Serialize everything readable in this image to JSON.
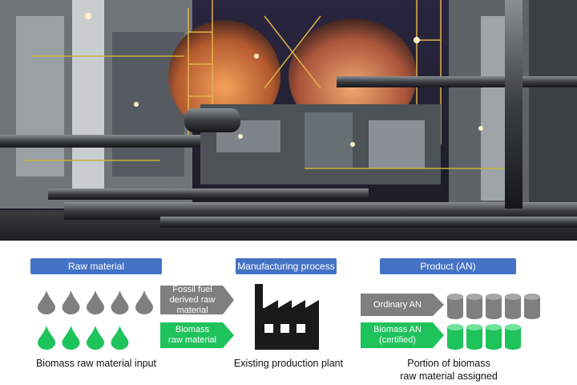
{
  "photo": {
    "subject": "industrial-chemical-plant-night"
  },
  "columns": [
    {
      "header": "Raw material",
      "caption": "Biomass raw material input"
    },
    {
      "header": "Manufacturing process",
      "caption": "Existing production plant"
    },
    {
      "header": "Product (AN)",
      "caption_line1": "Portion of biomass",
      "caption_line2": "raw material assigned"
    }
  ],
  "raw_material": {
    "fossil_label_1": "Fossil fuel",
    "fossil_label_2": "derived raw",
    "fossil_label_3": "material",
    "biomass_label_1": "Biomass",
    "biomass_label_2": "raw material",
    "fossil_drop_count": 5,
    "biomass_drop_count": 4
  },
  "product": {
    "ordinary_label": "Ordinary AN",
    "biomass_label_1": "Biomass AN",
    "biomass_label_2": "(certified)",
    "ordinary_cylinder_count": 5,
    "biomass_cylinder_count": 4
  },
  "colors": {
    "header_blue": "#4472c4",
    "fossil_gray": "#7f7f7f",
    "biomass_green": "#1fc35b",
    "factory_black": "#1a1a1a"
  }
}
